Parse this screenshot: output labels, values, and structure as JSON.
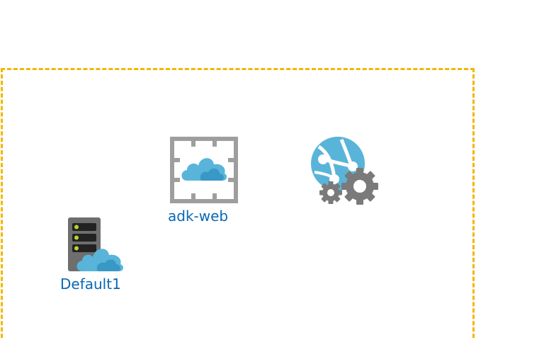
{
  "diagram": {
    "boundary_color": "#f2b705",
    "label_color": "#0a68b4",
    "nodes": [
      {
        "id": "cloud-service",
        "label": "adk-web",
        "icon": "cloud-service-icon"
      },
      {
        "id": "app-service",
        "label": "",
        "icon": "app-service-globe-gears-icon"
      },
      {
        "id": "cloud-server",
        "label": "Default1",
        "icon": "cloud-server-icon"
      }
    ]
  }
}
